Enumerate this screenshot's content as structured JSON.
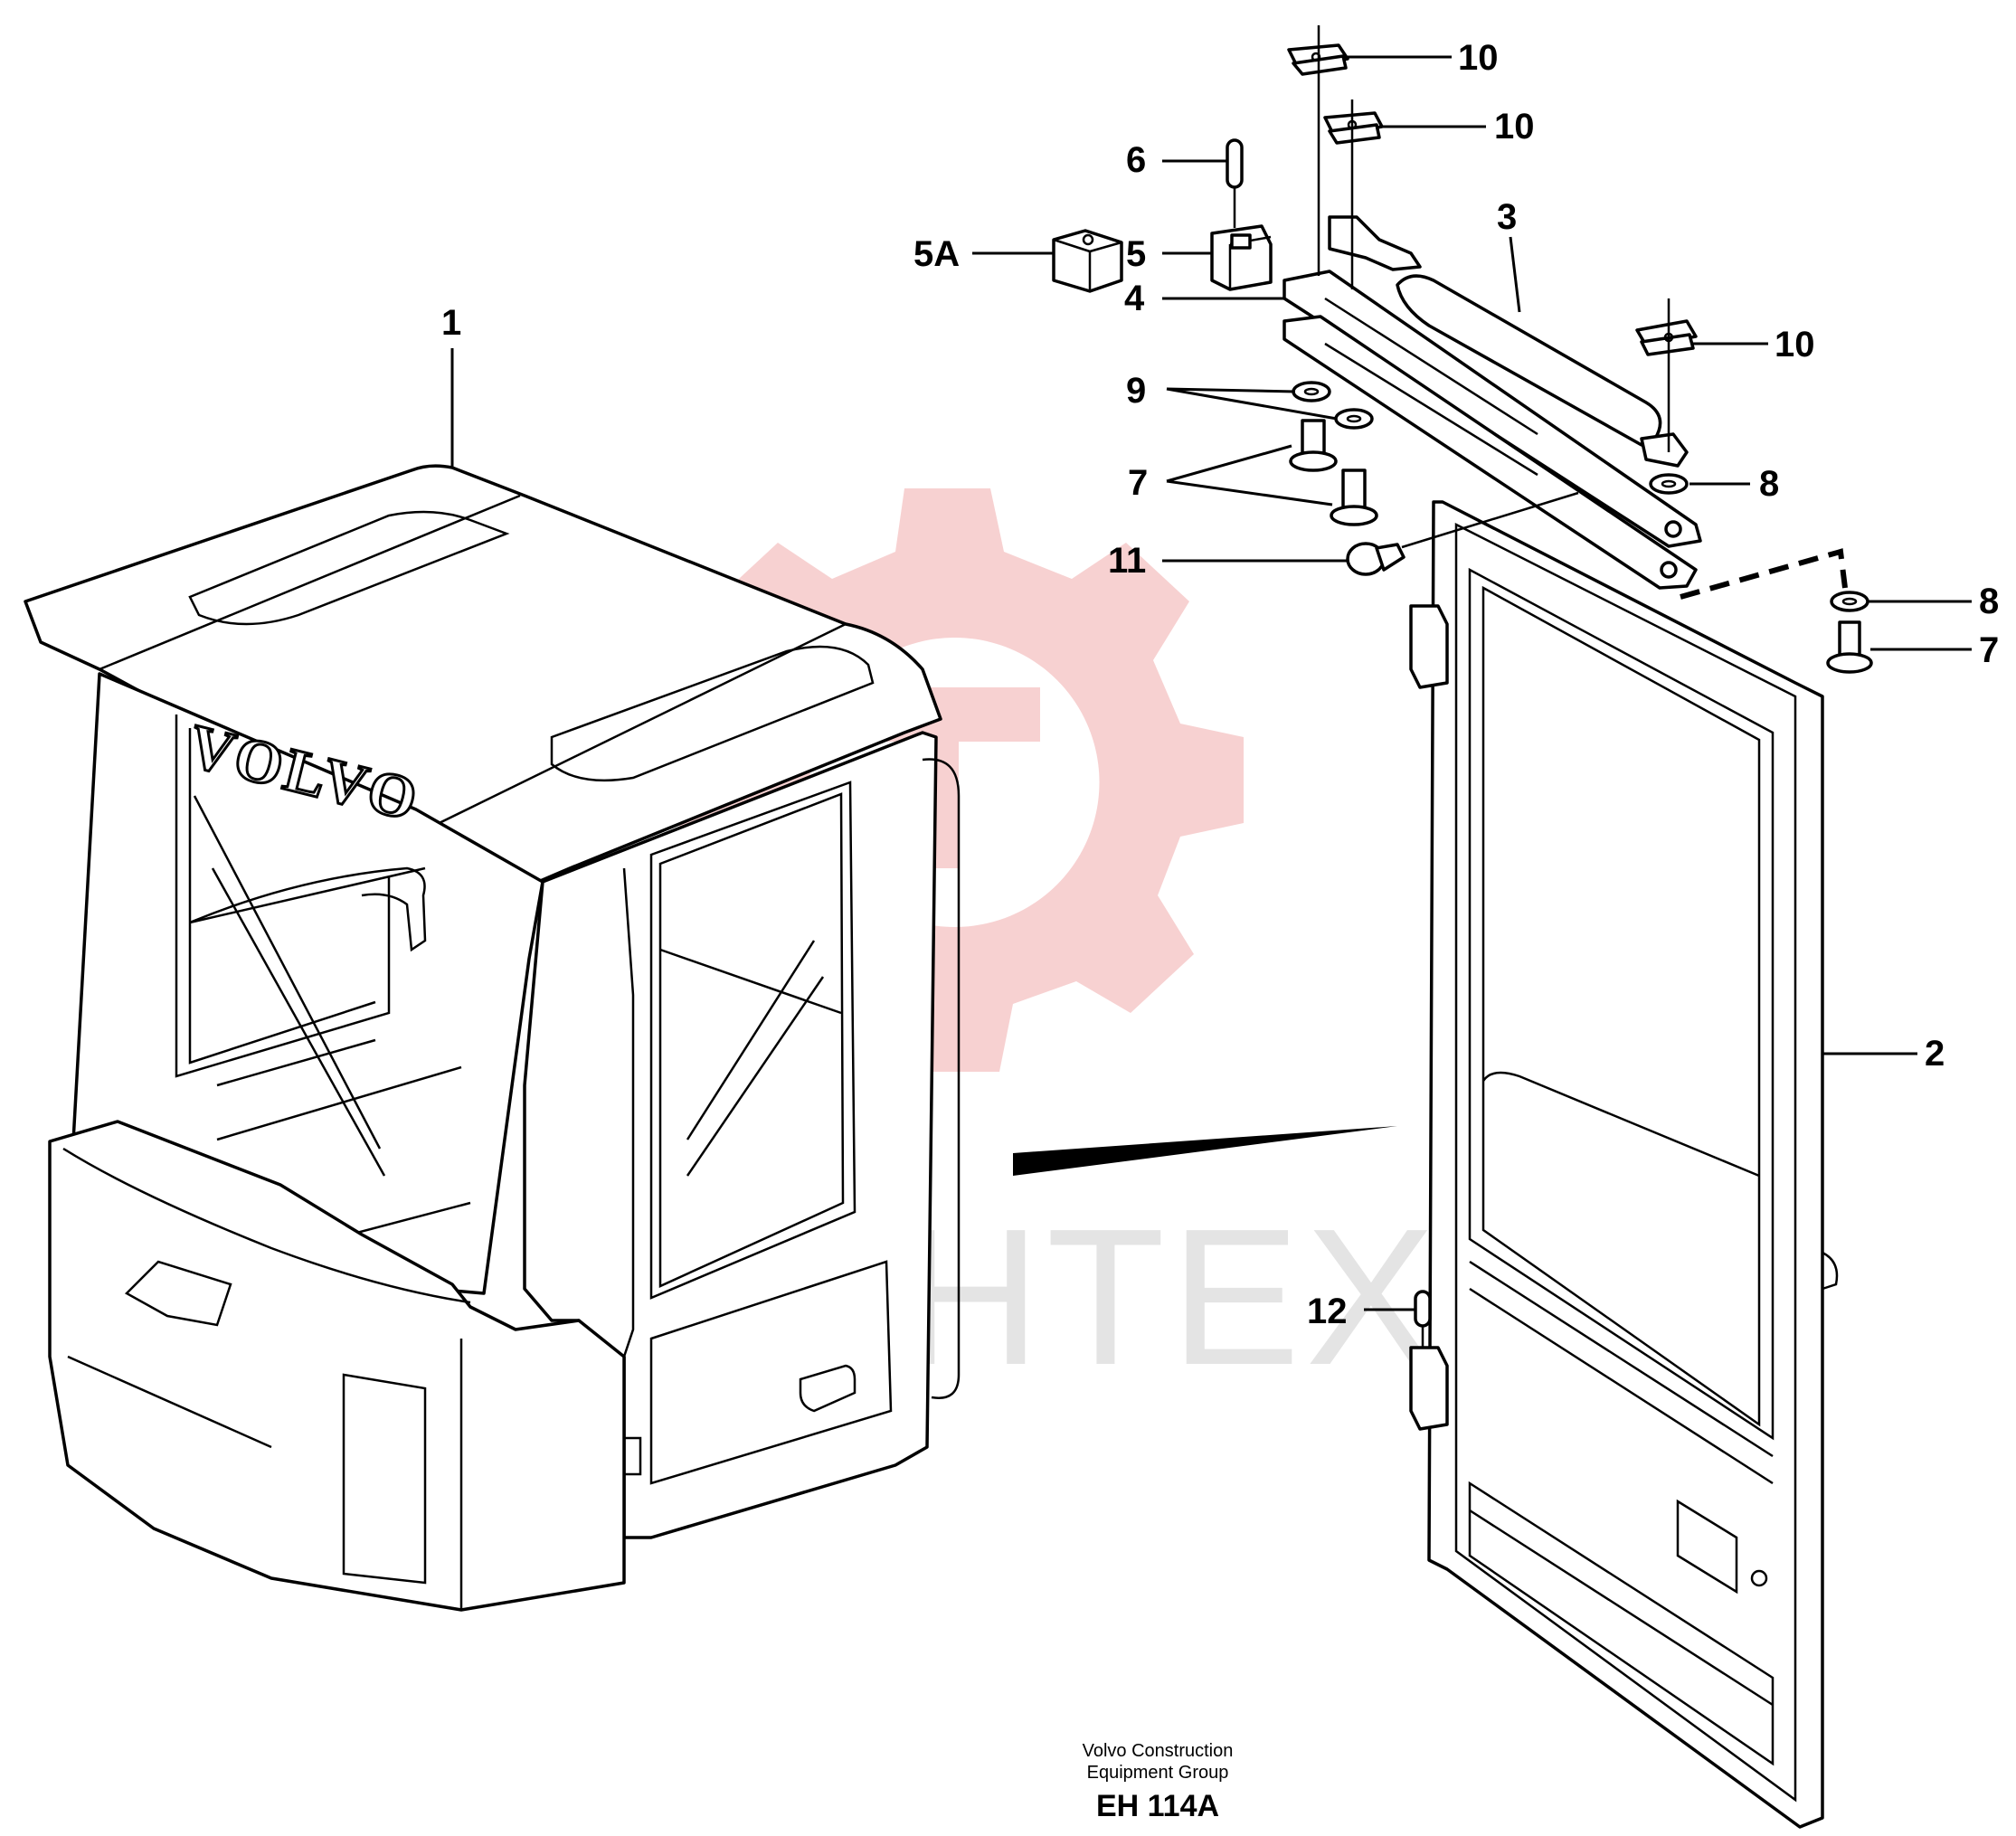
{
  "drawing": {
    "brand_logo": "VOLVO",
    "watermark_text": "ИНТЕХ",
    "caption_line1": "Volvo Construction",
    "caption_line2": "Equipment Group",
    "drawing_code": "EH 114A"
  },
  "callouts": [
    {
      "id": "c1",
      "text": "1"
    },
    {
      "id": "c2",
      "text": "2"
    },
    {
      "id": "c3",
      "text": "3"
    },
    {
      "id": "c4",
      "text": "4"
    },
    {
      "id": "c5",
      "text": "5"
    },
    {
      "id": "c5a",
      "text": "5A"
    },
    {
      "id": "c6",
      "text": "6"
    },
    {
      "id": "c7a",
      "text": "7"
    },
    {
      "id": "c7b",
      "text": "7"
    },
    {
      "id": "c8a",
      "text": "8"
    },
    {
      "id": "c8b",
      "text": "8"
    },
    {
      "id": "c9",
      "text": "9"
    },
    {
      "id": "c10a",
      "text": "10"
    },
    {
      "id": "c10b",
      "text": "10"
    },
    {
      "id": "c10c",
      "text": "10"
    },
    {
      "id": "c11",
      "text": "11"
    },
    {
      "id": "c12",
      "text": "12"
    }
  ],
  "colors": {
    "watermark_gear": "#f6c9c9",
    "watermark_text": "#e4e4e4",
    "line": "#000000"
  }
}
